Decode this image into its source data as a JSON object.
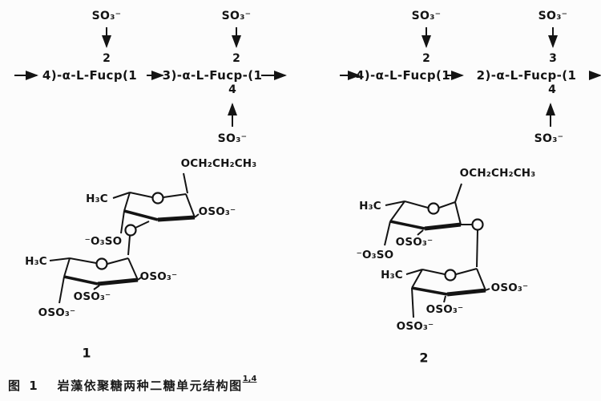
{
  "colors": {
    "ink": "#141414",
    "paper": "#fcfcfc"
  },
  "formulas": {
    "left": {
      "top_sulfate_1": "SO₃⁻",
      "top_position_1": "2",
      "top_sulfate_2": "SO₃⁻",
      "top_position_2": "2",
      "chain_segment_1": "4)-α-L-Fucp(1",
      "chain_segment_2": "3)-α-L-Fucp-(1",
      "bottom_position": "4",
      "bottom_sulfate": "SO₃⁻"
    },
    "right": {
      "top_sulfate_1": "SO₃⁻",
      "top_position_1": "2",
      "top_sulfate_2": "SO₃⁻",
      "top_position_2": "3",
      "chain_segment_1": "4)-α-L-Fucp(1",
      "chain_segment_2": "2)-α-L-Fucp-(1",
      "bottom_position": "4",
      "bottom_sulfate": "SO₃⁻"
    }
  },
  "structures": {
    "one": {
      "label": "1",
      "propyl": "OCH₂CH₂CH₃",
      "upper_methyl": "H₃C",
      "upper_c2_sulfate": "OSO₃⁻",
      "upper_c4_sulfate": "⁻O₃SO",
      "lower_methyl": "H₃C",
      "lower_c2_sulfate": "OSO₃⁻",
      "lower_c3_sulfate": "OSO₃⁻",
      "lower_c4_sulfate": "OSO₃⁻"
    },
    "two": {
      "label": "2",
      "propyl": "OCH₂CH₂CH₃",
      "upper_methyl": "H₃C",
      "upper_c3_sulfate": "OSO₃⁻",
      "upper_c4_sulfate": "⁻O₃SO",
      "lower_methyl": "H₃C",
      "lower_c2_sulfate": "OSO₃⁻",
      "lower_c3_sulfate": "OSO₃⁻",
      "lower_c4_sulfate": "OSO₃⁻"
    }
  },
  "caption": {
    "figure_no": "图 1",
    "text": "岩藻依聚糖两种二糖单元结构图",
    "reference": "1,4"
  }
}
